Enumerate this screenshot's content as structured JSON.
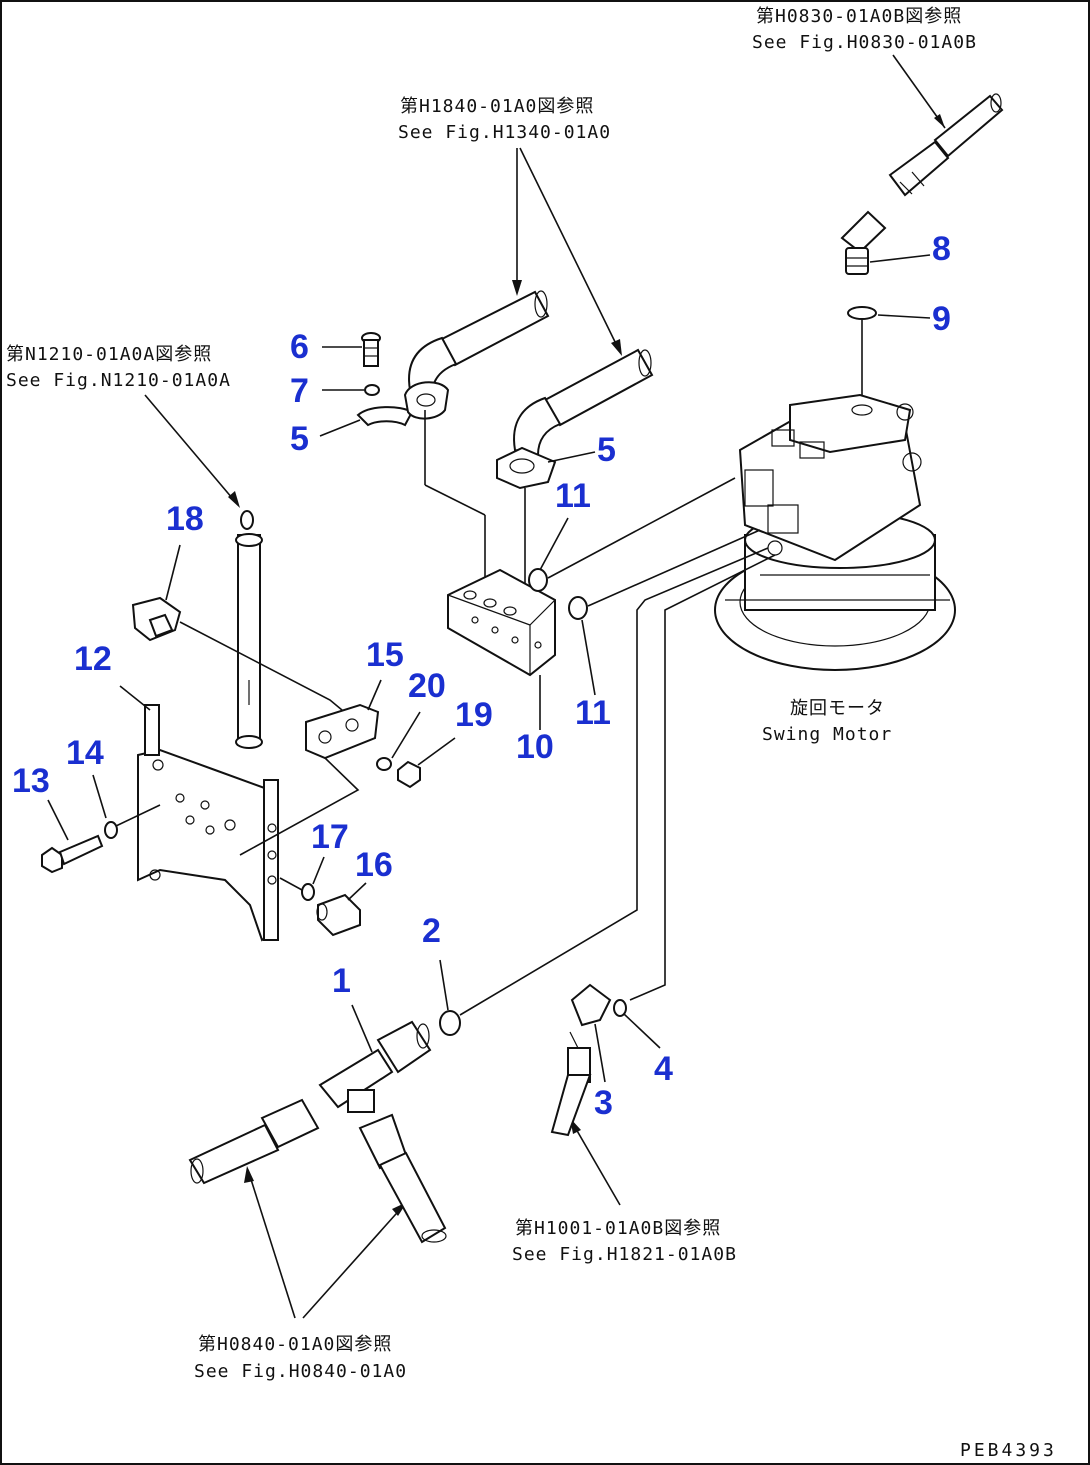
{
  "refs": {
    "top_right_jp": "第H0830-01A0B図参照",
    "top_right_en": "See Fig.H0830-01A0B",
    "top_mid_jp": "第H1840-01A0図参照",
    "top_mid_en": "See Fig.H1340-01A0",
    "left_jp": "第N1210-01A0A図参照",
    "left_en": "See Fig.N1210-01A0A",
    "bottom_mid_jp": "第H1001-01A0B図参照",
    "bottom_mid_en": "See Fig.H1821-01A0B",
    "bottom_left_jp": "第H0840-01A0図参照",
    "bottom_left_en": "See Fig.H0840-01A0"
  },
  "motor": {
    "label_jp": "旋回モータ",
    "label_en": "Swing Motor"
  },
  "part_numbers": {
    "p1": "1",
    "p2": "2",
    "p3": "3",
    "p4": "4",
    "p5a": "5",
    "p5b": "5",
    "p6": "6",
    "p7": "7",
    "p8": "8",
    "p9": "9",
    "p10": "10",
    "p11a": "11",
    "p11b": "11",
    "p12": "12",
    "p13": "13",
    "p14": "14",
    "p15": "15",
    "p16": "16",
    "p17": "17",
    "p18": "18",
    "p19": "19",
    "p20": "20"
  },
  "drawing_code": "PEB4393",
  "colors": {
    "callout": "#1a2fd0",
    "line": "#111111"
  }
}
